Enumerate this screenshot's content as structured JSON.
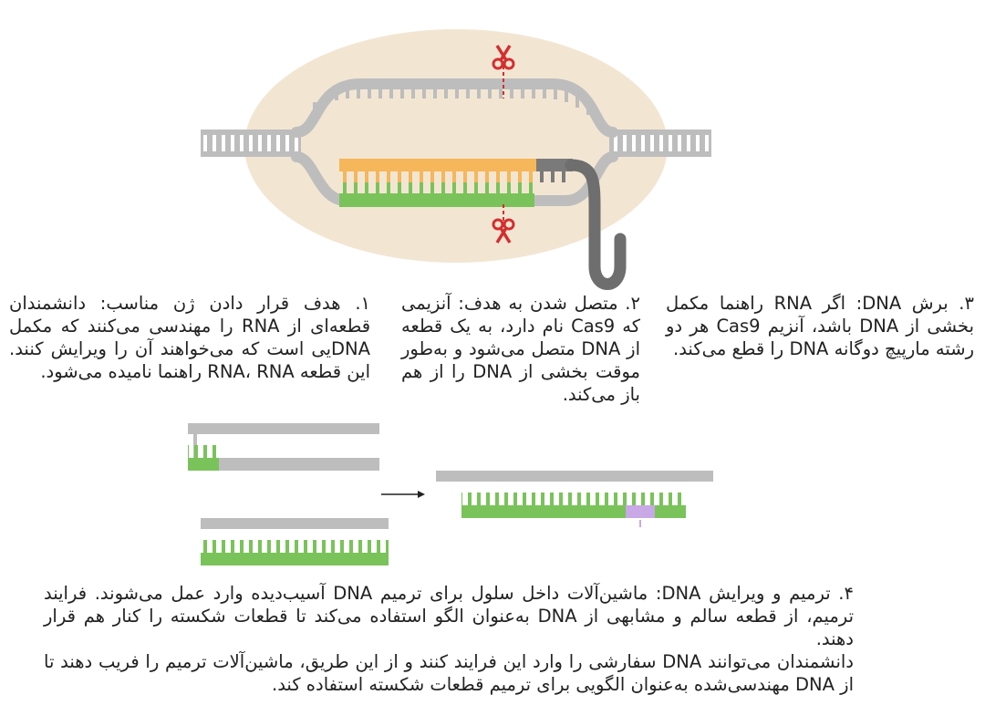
{
  "steps": [
    {
      "id": "step-1",
      "text": "۱. هدف قرار دادن ژن مناسب: دانشمندان قطعه‌ای از RNA را مهندسی می‌کنند که مکمل DNAیی است که می‌خواهند آن را ویرایش کنند. این قطعه RNA، RNA راهنما نامیده می‌شود."
    },
    {
      "id": "step-2",
      "text": "۲. متصل شدن به هدف: آنزیمی که Cas9 نام دارد، به یک قطعه از DNA متصل می‌شود و به‌طور موقت بخشی از DNA را از هم باز می‌کند."
    },
    {
      "id": "step-3",
      "text": "۳. برش DNA: اگر RNA راهنما مکمل بخشی از DNA باشد، آنزیم Cas9 هر دو رشته مارپیچ دوگانه DNA را قطع می‌کند."
    },
    {
      "id": "step-4",
      "paragraphs": [
        "۴. ترمیم و ویرایش DNA: ماشین‌آلات داخل سلول برای ترمیم DNA آسیب‌دیده وارد عمل می‌شوند. فرایند ترمیم، از قطعه سالم و مشابهی از DNA به‌عنوان الگو استفاده می‌کند تا قطعات شکسته را کنار هم قرار دهند.",
        "دانشمندان می‌توانند DNA سفارشی را وارد این فرایند کنند و از این طریق، ماشین‌آلات ترمیم را فریب دهند تا از DNA مهندسی‌شده به‌عنوان الگویی برای ترمیم قطعات شکسته استفاده کند."
      ]
    }
  ],
  "colors": {
    "cas9_blob": "#f2e6d3",
    "dna_backbone": "#bdbdbd",
    "dna_rungs": "#ffffff",
    "guide_rna": "#f6b65a",
    "target_dna": "#7ac35a",
    "cas9_tail": "#6e6e6e",
    "cut_mark": "#d32f2f",
    "edit_insert": "#c9a8e6"
  },
  "icons": [
    "scissors-icon",
    "arrow-right-icon"
  ]
}
